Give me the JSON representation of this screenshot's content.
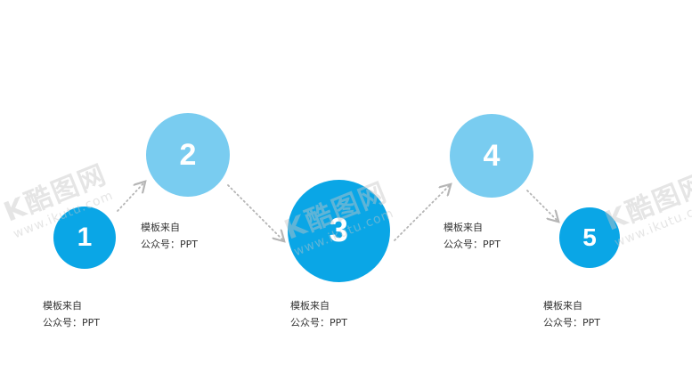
{
  "steps": [
    {
      "number": "1",
      "title": "模板来自",
      "subtitle": "公众号：PPT"
    },
    {
      "number": "2",
      "title": "模板来自",
      "subtitle": "公众号：PPT"
    },
    {
      "number": "3",
      "title": "模板来自",
      "subtitle": "公众号：PPT"
    },
    {
      "number": "4",
      "title": "模板来自",
      "subtitle": "公众号：PPT"
    },
    {
      "number": "5",
      "title": "模板来自",
      "subtitle": "公众号：PPT"
    }
  ],
  "watermark": {
    "brand": "K酷图网",
    "url": "www.ikutu.com"
  },
  "colors": {
    "dark_blue": "#0aa6e6",
    "light_blue": "#79ccf0",
    "arrow": "#b5b5b5",
    "text": "#333333"
  }
}
